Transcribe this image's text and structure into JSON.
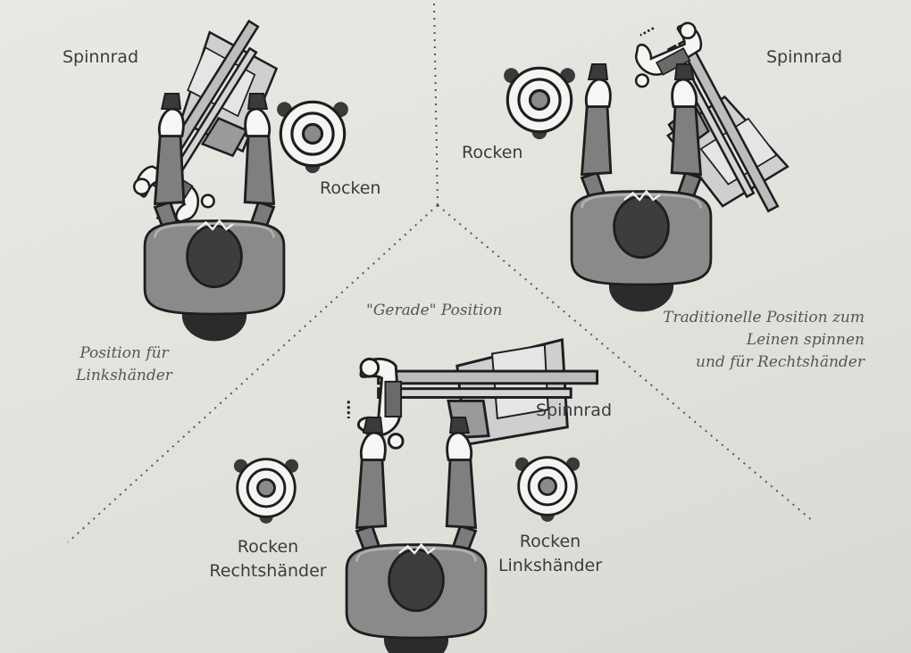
{
  "labels": {
    "left_wheel": "Spinnrad",
    "left_distaff": "Rocken",
    "right_wheel": "Spinnrad",
    "right_distaff": "Rocken",
    "bottom_title": "\"Gerade\" Position",
    "bottom_wheel": "Spinnrad",
    "bottom_distaff_left": [
      "Rocken",
      "Rechtshänder"
    ],
    "bottom_distaff_right": [
      "Rocken",
      "Linkshänder"
    ]
  },
  "captions": {
    "left": [
      "Position für",
      "Linkshänder"
    ],
    "right": [
      "Traditionelle Position zum",
      "Leinen spinnen",
      "und für Rechtshänder"
    ]
  },
  "colors": {
    "ink": "#1e1e1e",
    "body_fill": "#8c8c8c",
    "head_fill": "#3d3d3d",
    "wheel_fill": "#f4f4f2",
    "divider": "#555555"
  },
  "icons": [
    "spinning-wheel-icon",
    "distaff-icon",
    "spinner-person-icon"
  ]
}
